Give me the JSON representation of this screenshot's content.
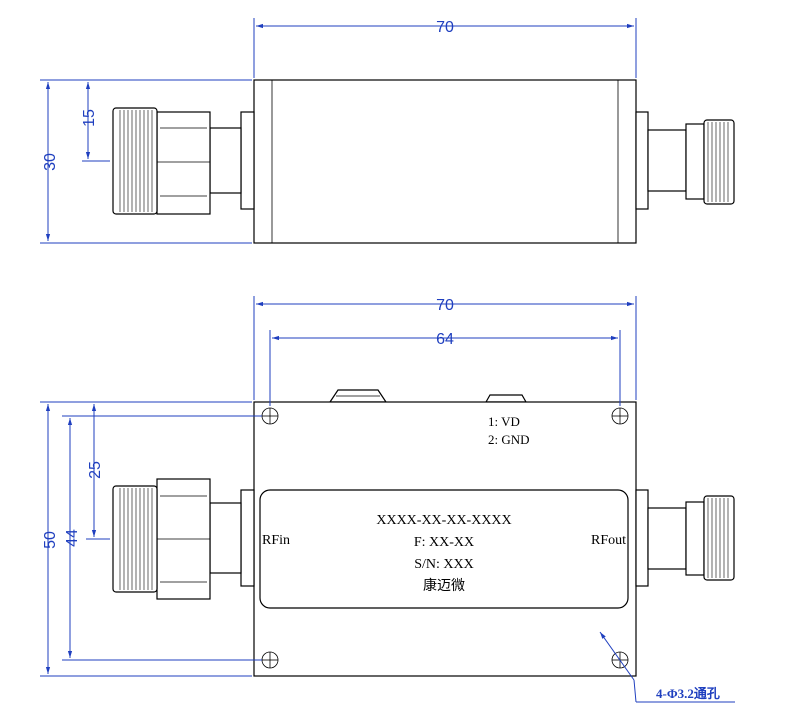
{
  "top_view": {
    "width_label": "70",
    "height_label": "30",
    "pin_offset_label": "15"
  },
  "bottom_view": {
    "width_label": "70",
    "hole_spacing_label": "64",
    "height_label": "50",
    "hole_height_label": "44",
    "pin_offset_label": "25",
    "pin1": "1: VD",
    "pin2": "2: GND",
    "label_plate": {
      "part_number": "XXXX-XX-XX-XXXX",
      "frequency": "F: XX-XX",
      "serial": "S/N: XXX",
      "brand": "康迈微"
    },
    "port_in": "RFin",
    "port_out": "RFout",
    "hole_note": "4-Φ3.2通孔"
  }
}
